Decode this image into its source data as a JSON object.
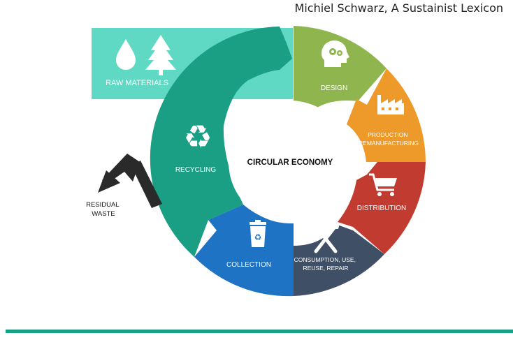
{
  "credit": "Michiel Schwarz, A Sustainist Lexicon",
  "center_label": "CIRCULAR ECONOMY",
  "stages": {
    "raw_materials": {
      "label": "RAW MATERIALS",
      "color": "#5fd9c4"
    },
    "design": {
      "label": "DESIGN",
      "color": "#8fb64e"
    },
    "production": {
      "lines": [
        "PRODUCTION",
        "REMANUFACTURING"
      ],
      "color": "#ee9a2a"
    },
    "distribution": {
      "label": "DISTRIBUTION",
      "color": "#c23b30"
    },
    "consumption": {
      "lines": [
        "CONSUMPTION, USE,",
        "REUSE, REPAIR"
      ],
      "color": "#3e4f66"
    },
    "collection": {
      "label": "COLLECTION",
      "color": "#1e73c4"
    },
    "recycling": {
      "label": "RECYCLING",
      "color": "#1a9e84"
    }
  },
  "residual": {
    "lines": [
      "RESIDUAL",
      "WASTE"
    ]
  },
  "icons": [
    "water-drop-icon",
    "tree-icon",
    "head-gears-icon",
    "factory-icon",
    "shopping-cart-icon",
    "tools-icon",
    "trash-bin-icon",
    "recycle-icon",
    "arrow-icon"
  ],
  "accent": "#1a9e84"
}
